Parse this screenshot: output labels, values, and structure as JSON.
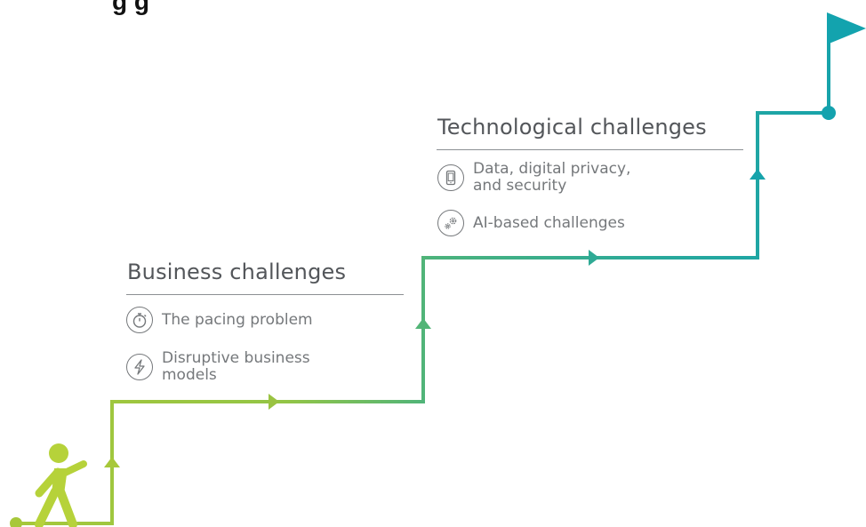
{
  "header": {
    "title": "g       g"
  },
  "sections": [
    {
      "title": "Business challenges",
      "items": [
        {
          "icon": "stopwatch-icon",
          "label": "The pacing problem"
        },
        {
          "icon": "lightning-icon",
          "label": "Disruptive business models"
        }
      ]
    },
    {
      "title": "Technological challenges",
      "items": [
        {
          "icon": "mobile-device-icon",
          "label": "Data, digital privacy, and security"
        },
        {
          "icon": "gears-icon",
          "label": "AI-based challenges"
        }
      ]
    }
  ],
  "colors": {
    "path_start": "#a7c83a",
    "path_mid": "#4cb37c",
    "path_end": "#16a2ae",
    "walker": "#b6d23a",
    "flag": "#13a3ae",
    "text": "#75787b",
    "title": "#53565a"
  }
}
